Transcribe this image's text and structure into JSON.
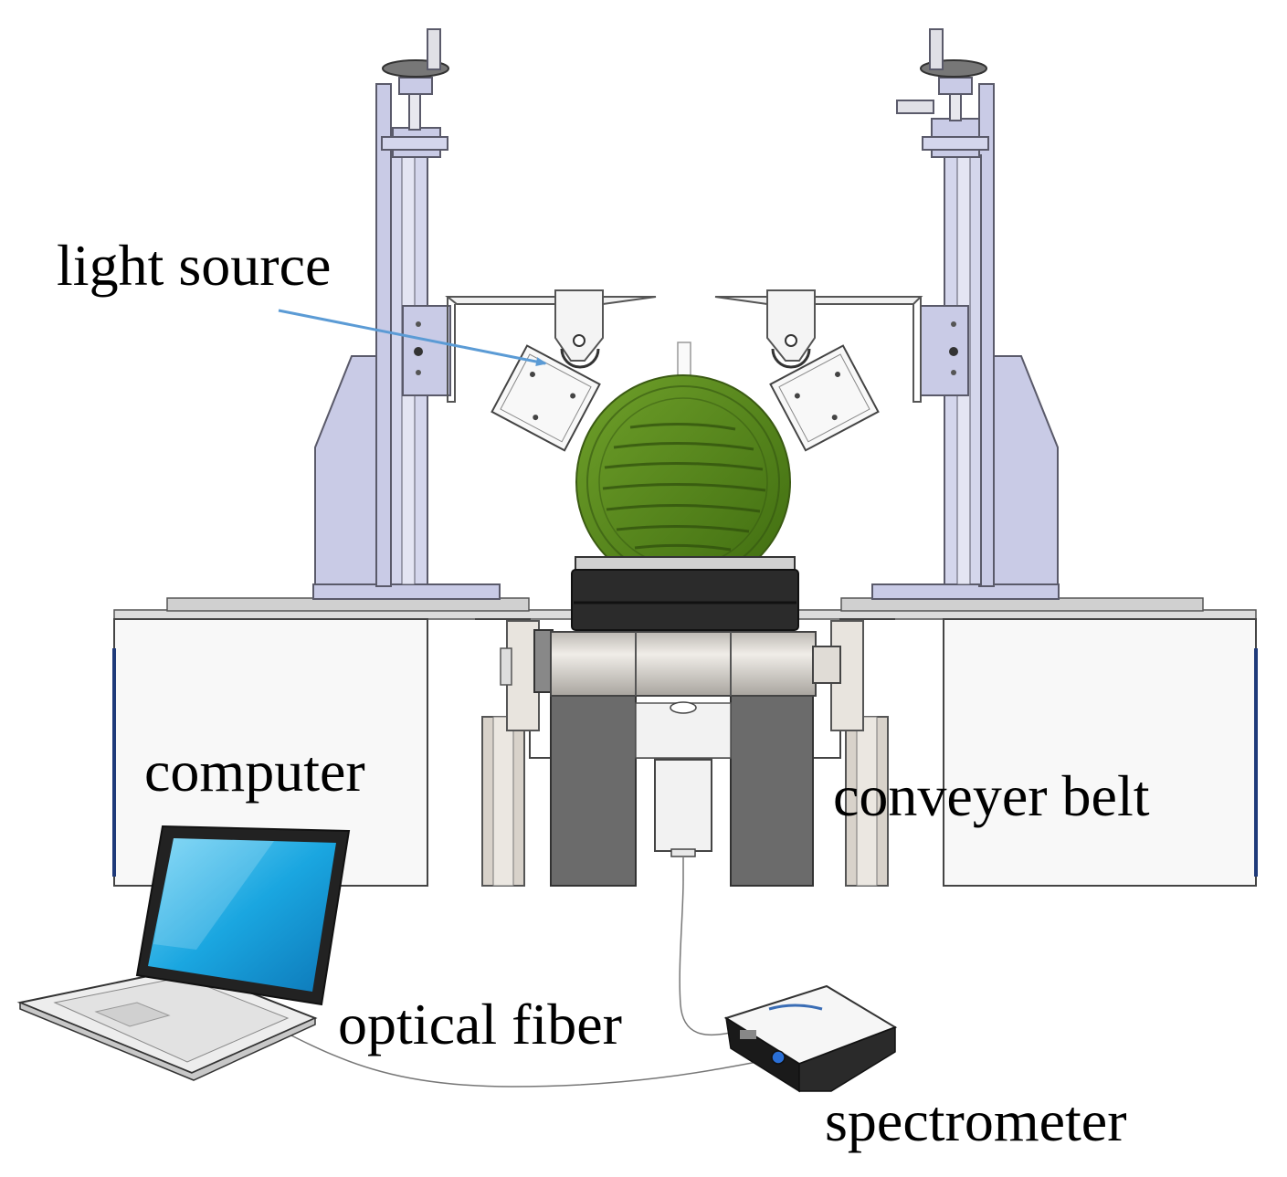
{
  "labels": {
    "light_source": "light source",
    "computer": "computer",
    "conveyer_belt": "conveyer belt",
    "optical_fiber": "optical fiber",
    "spectrometer": "spectrometer"
  },
  "colors": {
    "machine_frame": "#c9cbe6",
    "machine_stroke": "#5a5a6a",
    "fruit_green": "#5f8f1e",
    "arrow": "#5b9bd5",
    "belt_dark": "#6b6b6b",
    "roller": "#d9d4cc",
    "cabinet": "#f7f7f7",
    "laptop_screen": "#18a0dc"
  }
}
